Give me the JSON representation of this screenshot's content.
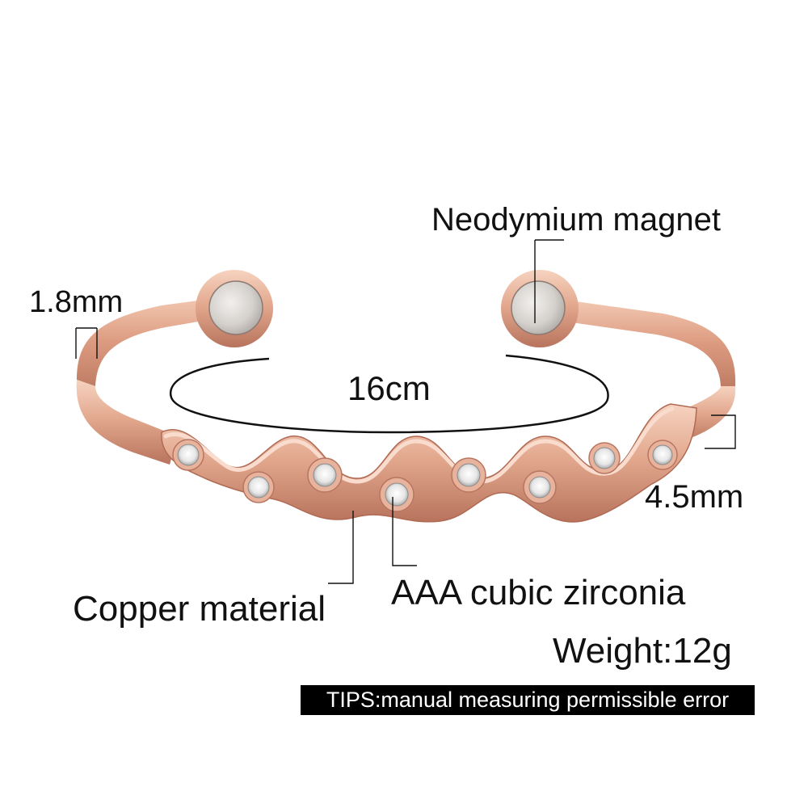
{
  "labels": {
    "magnet": "Neodymium magnet",
    "width": "1.8mm",
    "diameter": "16cm",
    "thickness": "4.5mm",
    "stones": "AAA cubic zirconia",
    "material": "Copper material",
    "weight": "Weight:12g"
  },
  "tips": "TIPS:manual measuring permissible error",
  "colors": {
    "rose_gold_light": "#f4cdb8",
    "rose_gold": "#dd9f84",
    "rose_gold_dark": "#b7705a",
    "magnet_silver": "#d7d4d0",
    "background": "#ffffff"
  }
}
